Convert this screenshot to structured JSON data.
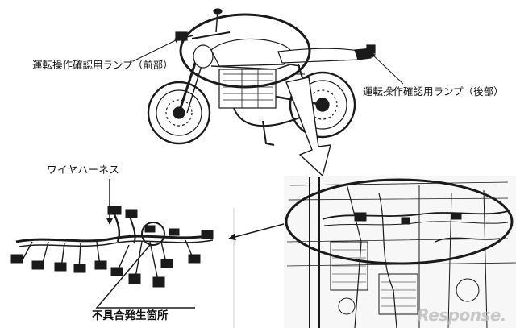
{
  "labels": {
    "front_lamp": "運転操作確認用ランプ（前部）",
    "rear_lamp": "運転操作確認用ランプ（後部）",
    "wire_harness": "ワイヤハーネス",
    "defect_location": "不具合発生箇所"
  },
  "watermark": "Response.",
  "colors": {
    "line": "#1a1a1a",
    "background": "#ffffff",
    "watermark": "#bebebe"
  }
}
